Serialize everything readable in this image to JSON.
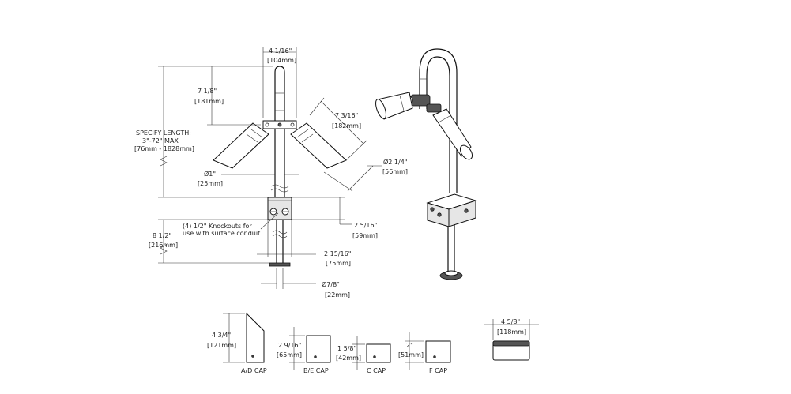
{
  "front_view": {
    "top_width": "4 1/16\"",
    "top_width_mm": "[104mm]",
    "arm_height": "7 1/8\"",
    "arm_height_mm": "[181mm]",
    "specify_line1": "SPECIFY LENGTH:",
    "specify_line2": "3\"-72\" MAX",
    "specify_line3": "[76mm - 1828mm]",
    "fixture_length": "7 3/16\"",
    "fixture_length_mm": "[182mm]",
    "fixture_dia": "Ø2 1/4\"",
    "fixture_dia_mm": "[56mm]",
    "pipe_dia": "Ø1\"",
    "pipe_dia_mm": "[25mm]",
    "knockout_line1": "(4) 1/2\" Knockouts for",
    "knockout_line2": "use with surface conduit",
    "box_height": "2 5/16\"",
    "box_height_mm": "[59mm]",
    "stake_height": "8 1/2\"",
    "stake_height_mm": "[216mm]",
    "box_width": "2 15/16\"",
    "box_width_mm": "[75mm]",
    "stake_dia": "Ø7/8\"",
    "stake_dia_mm": "[22mm]"
  },
  "caps": {
    "ad": {
      "dim": "4 3/4\"",
      "dim_mm": "[121mm]",
      "label": "A/D CAP"
    },
    "be": {
      "dim": "2 9/16\"",
      "dim_mm": "[65mm]",
      "label": "B/E CAP"
    },
    "c": {
      "dim": "1 5/8\"",
      "dim_mm": "[42mm]",
      "label": "C CAP"
    },
    "f": {
      "dim": "2\"",
      "dim_mm": "[51mm]",
      "label": "F CAP"
    },
    "cap_width": "4 5/8\"",
    "cap_width_mm": "[118mm]"
  }
}
